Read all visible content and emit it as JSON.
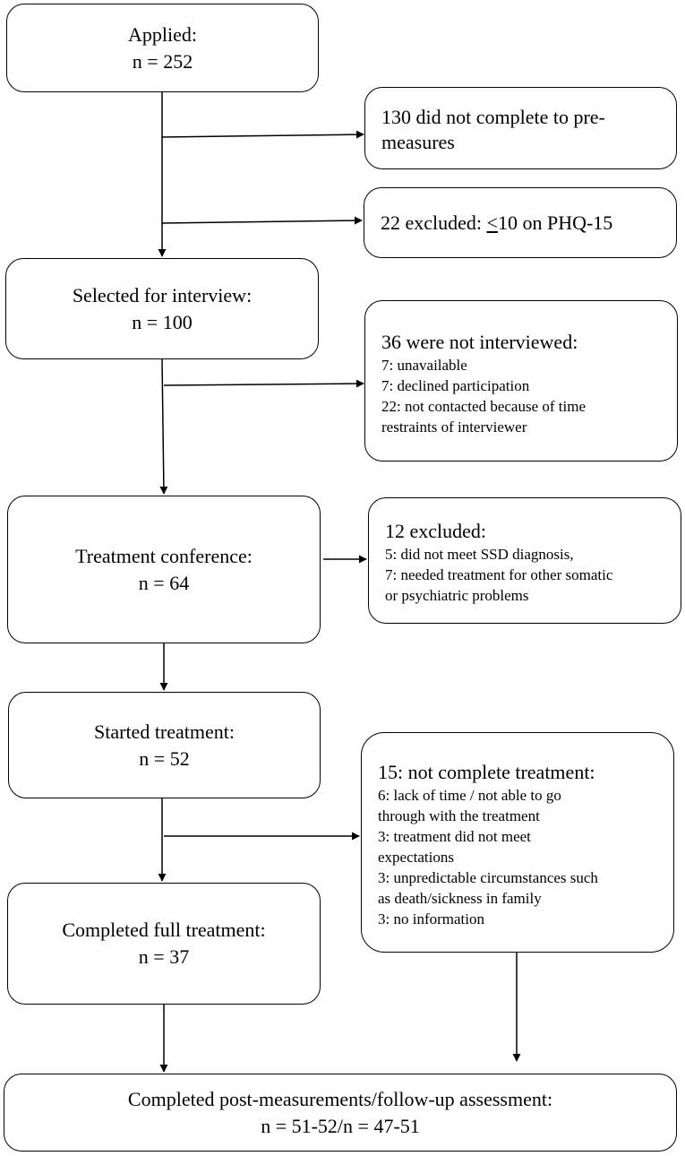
{
  "boxes": {
    "applied": {
      "label": "Applied:",
      "n": "n = 252"
    },
    "selected": {
      "label": "Selected for interview:",
      "n": "n = 100"
    },
    "conference": {
      "label": "Treatment conference:",
      "n": "n = 64"
    },
    "started": {
      "label": "Started treatment:",
      "n": "n = 52"
    },
    "completed": {
      "label": "Completed full treatment:",
      "n": "n = 37"
    },
    "post": {
      "label": "Completed post-measurements/follow-up assessment:",
      "n": "n = 51-52/n = 47-51"
    }
  },
  "exclusions": {
    "premeasures": {
      "line1": "130 did not complete to pre-",
      "line2": "measures"
    },
    "phq": {
      "prefix": "22 excluded: ",
      "symbol": "<",
      "suffix": "10 on PHQ-15"
    },
    "not_interviewed": {
      "heading": "36 were not interviewed:",
      "items": [
        "7: unavailable",
        "7: declined participation",
        "22: not contacted because of time",
        "restraints of interviewer"
      ]
    },
    "excluded_12": {
      "heading": "12 excluded:",
      "items": [
        "5: did not meet SSD diagnosis,",
        "7: needed treatment for other somatic",
        "or psychiatric problems"
      ]
    },
    "not_complete": {
      "heading": "15: not complete treatment:",
      "items": [
        "6: lack of time / not able to go",
        "through with the treatment",
        "3: treatment did not meet",
        "expectations",
        "3: unpredictable circumstances such",
        "as death/sickness in family",
        "3: no information"
      ]
    }
  }
}
